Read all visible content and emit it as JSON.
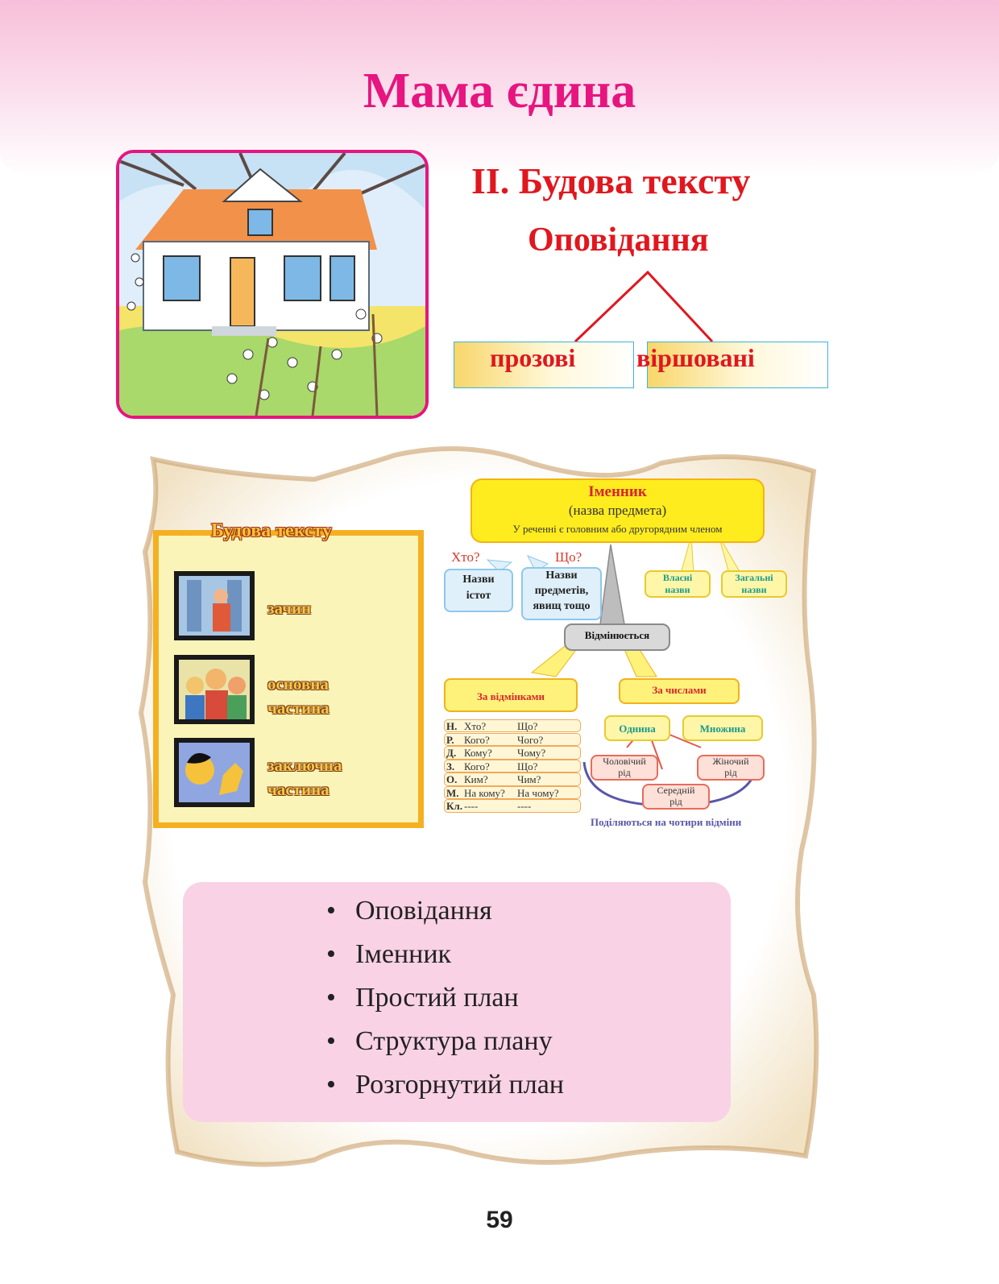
{
  "page_title": "Мама єдина",
  "section": {
    "title": "ІІ. Будова тексту",
    "subtitle": "Оповідання",
    "types": [
      "прозові",
      "віршовані"
    ]
  },
  "text_structure": {
    "title": "Будова тексту",
    "parts": [
      {
        "label_lines": [
          "зачин"
        ]
      },
      {
        "label_lines": [
          "основна",
          "частина"
        ]
      },
      {
        "label_lines": [
          "заключна",
          "частина"
        ]
      }
    ]
  },
  "noun_scheme": {
    "title": "Іменник",
    "subtitle": "(назва предмета)",
    "note": "У реченні є головним або другорядним членом",
    "q_who": "Хто?",
    "q_what": "Що?",
    "animate": [
      "Назви",
      "істот"
    ],
    "inanimate": [
      "Назви",
      "предметів,",
      "явищ тощо"
    ],
    "proper": [
      "Власні",
      "назви"
    ],
    "common": [
      "Загальні",
      "назви"
    ],
    "declines": "Відмінюється",
    "by_cases": "За відмінками",
    "by_numbers": "За числами",
    "singular": "Однина",
    "plural": "Множина",
    "masculine": [
      "Чоловічий",
      "рід"
    ],
    "neuter": [
      "Середній",
      "рід"
    ],
    "feminine": [
      "Жіночий",
      "рід"
    ],
    "divide_note": "Поділяються на чотири відміни",
    "cases": [
      [
        "Н.",
        "Хто?",
        "Що?"
      ],
      [
        "Р.",
        "Кого?",
        "Чого?"
      ],
      [
        "Д.",
        "Кому?",
        "Чому?"
      ],
      [
        "З.",
        "Кого?",
        "Що?"
      ],
      [
        "О.",
        "Ким?",
        "Чим?"
      ],
      [
        "М.",
        "На кому?",
        "На чому?"
      ],
      [
        "Кл.",
        "----",
        "----"
      ]
    ]
  },
  "topics": [
    "Оповідання",
    "Іменник",
    "Простий план",
    "Структура плану",
    "Розгорнутий план"
  ],
  "bullet": "•",
  "page_number": "59",
  "colors": {
    "title_pink": "#e6157f",
    "heading_red": "#e0171e",
    "panel_yellow": "#fbf4b9",
    "topics_bg": "#f9d2e5"
  }
}
